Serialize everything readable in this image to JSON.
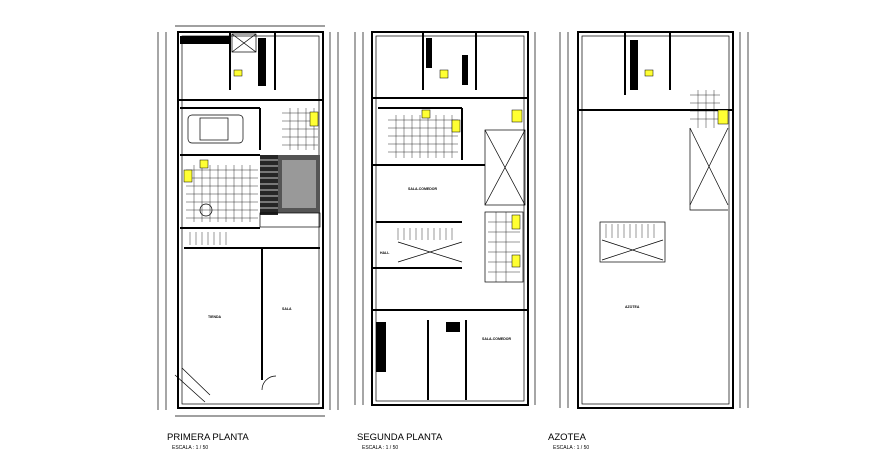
{
  "plans": [
    {
      "title": "PRIMERA PLANTA",
      "scale": "ESCALA :  1 / 50",
      "rooms": [
        "TIENDA",
        "SALA"
      ]
    },
    {
      "title": "SEGUNDA  PLANTA",
      "scale": "ESCALA :  1 / 50",
      "rooms": [
        "SALA-COMEDOR",
        "HALL",
        "SALA-COMEDOR"
      ]
    },
    {
      "title": "AZOTEA",
      "scale": "ESCALA :  1 / 50",
      "rooms": [
        "AZOTEA"
      ]
    }
  ],
  "colors": {
    "lines": "#000000",
    "fixtures": "#ffff33",
    "background": "#ffffff"
  }
}
